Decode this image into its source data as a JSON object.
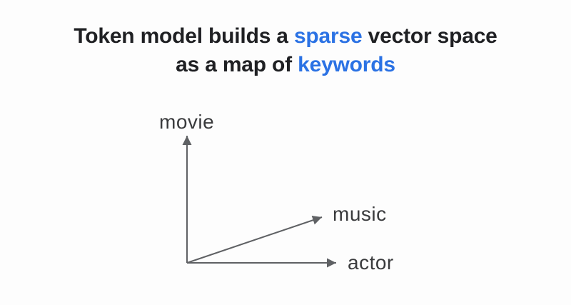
{
  "title": {
    "line1_pre": "Token model builds a",
    "line1_em": "sparse",
    "line1_post": "vector space",
    "line2_pre": "as a map of",
    "line2_em": "keywords"
  },
  "diagram": {
    "labels": {
      "y_axis": "movie",
      "diagonal": "music",
      "x_axis": "actor"
    }
  },
  "colors": {
    "highlight_blue": "#2b72e4",
    "title_text": "#1f2023",
    "axis_label_text": "#3a3b3d",
    "arrow_gray": "#5f6164",
    "background": "#fdfdfd"
  }
}
